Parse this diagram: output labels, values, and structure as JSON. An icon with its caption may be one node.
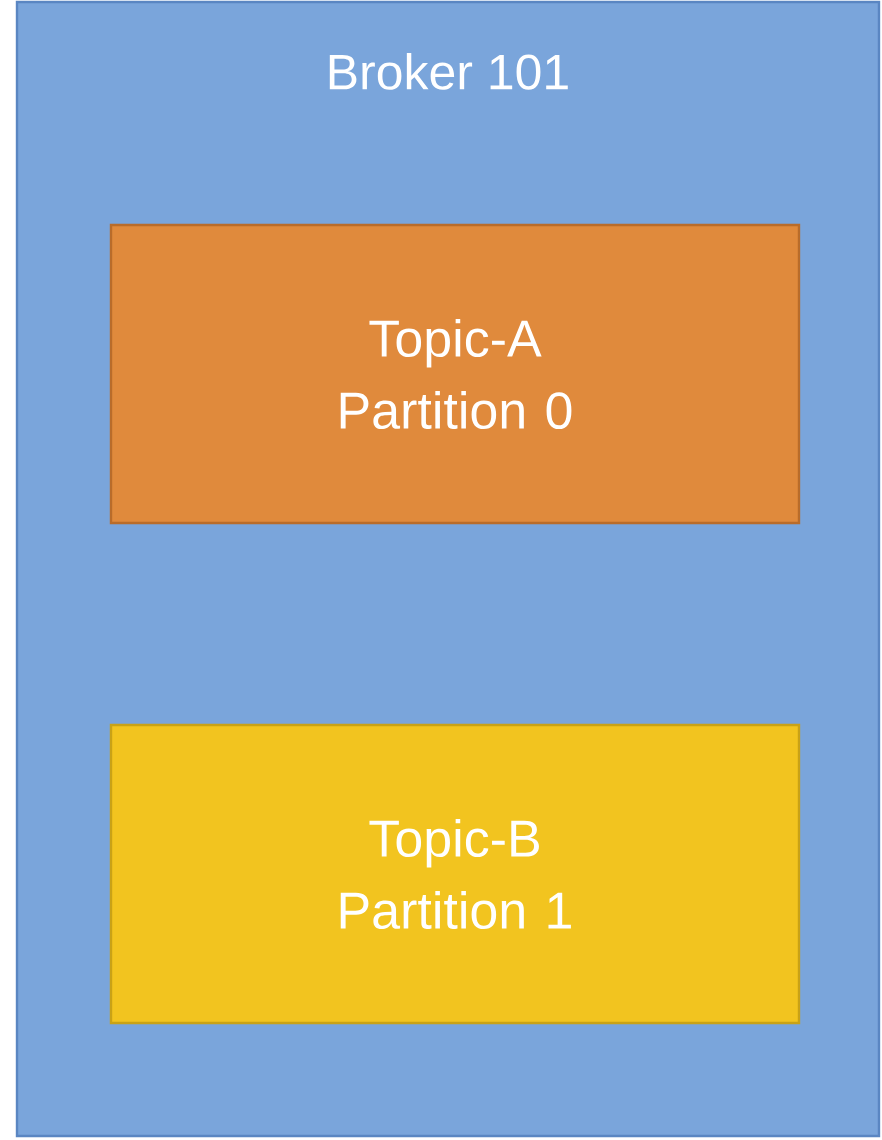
{
  "diagram": {
    "nodes": [
      {
        "text": [
          "Broker 101"
        ]
      },
      {
        "text": [
          "Topic-A Partition 0"
        ],
        "in": 0
      },
      {
        "text": [
          "Topic-B Partition 1"
        ],
        "in": 0
      }
    ]
  }
}
